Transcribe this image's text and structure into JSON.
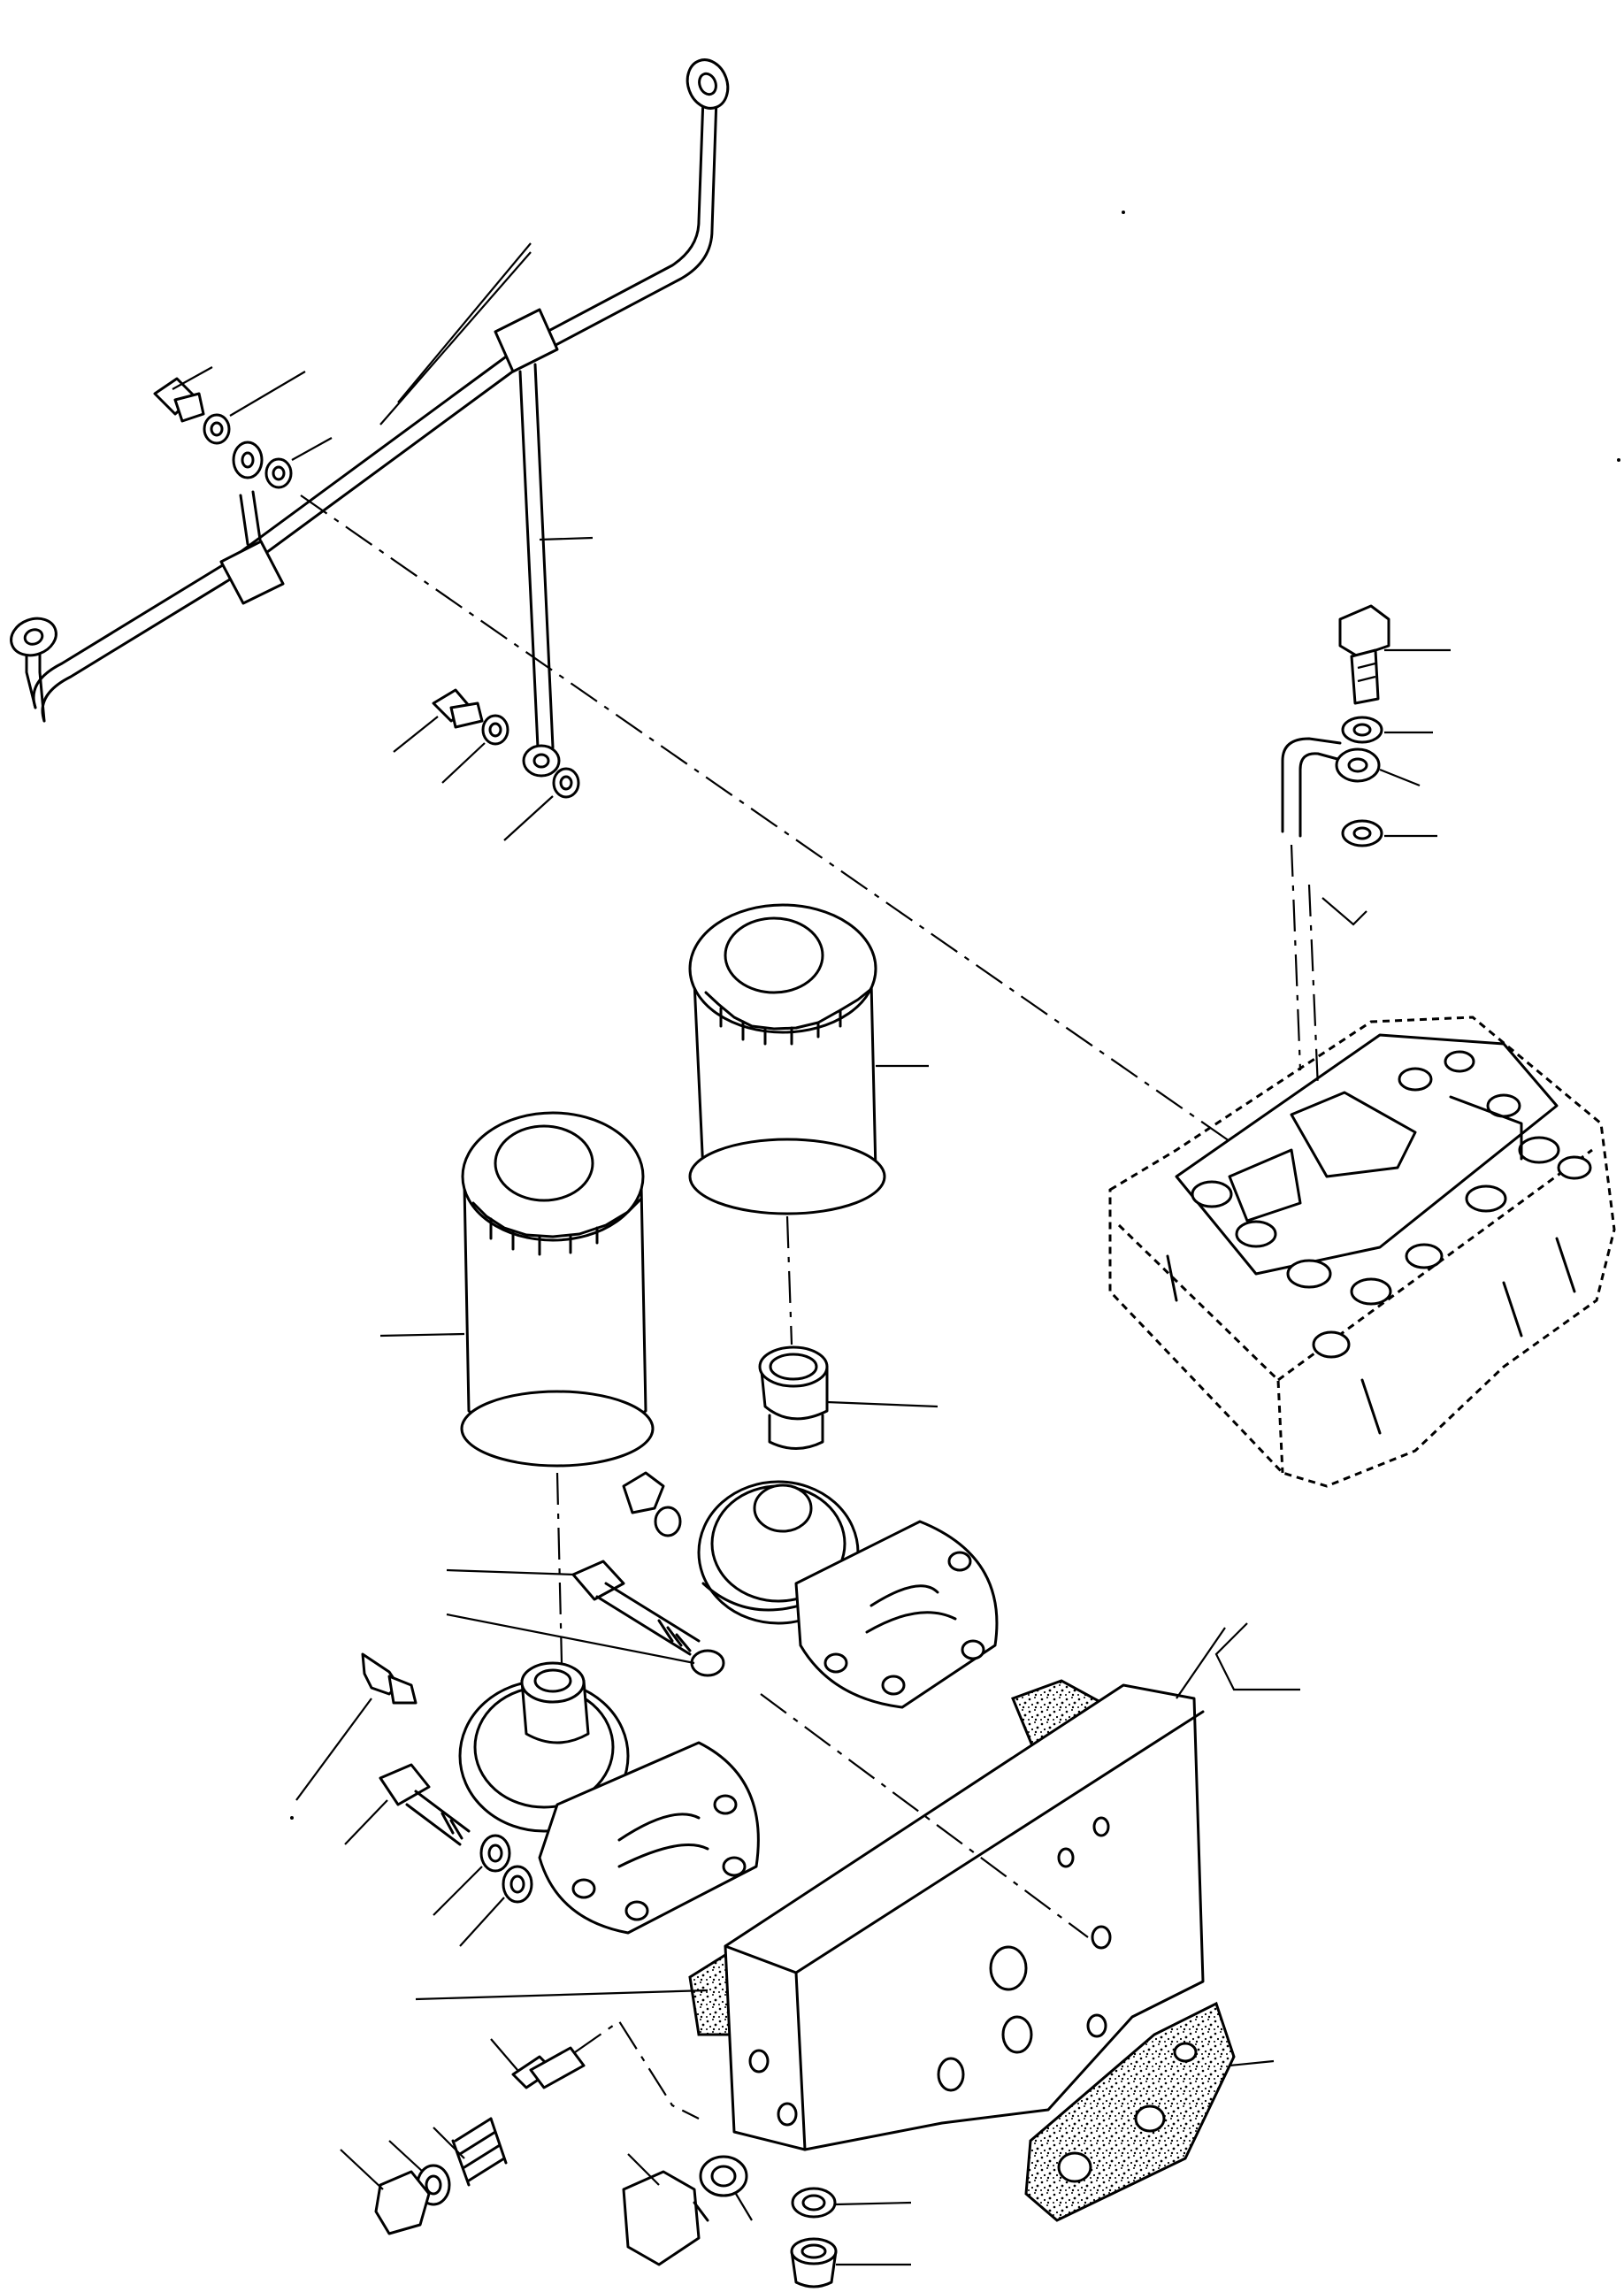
{
  "diagram": {
    "view": "exploded-isometric",
    "line_color": "#000000",
    "background": "#ffffff",
    "components": [
      "oil-pipe-assembly",
      "banjo-bolt",
      "sealing-washer",
      "oil-filter-cartridge",
      "filter-adapter-nipple",
      "filter-head",
      "oil-cooler-housing",
      "gasket",
      "relief-valve-plunger",
      "relief-valve-spring",
      "plug",
      "oil-pressure-switch",
      "cylinder-head"
    ]
  }
}
